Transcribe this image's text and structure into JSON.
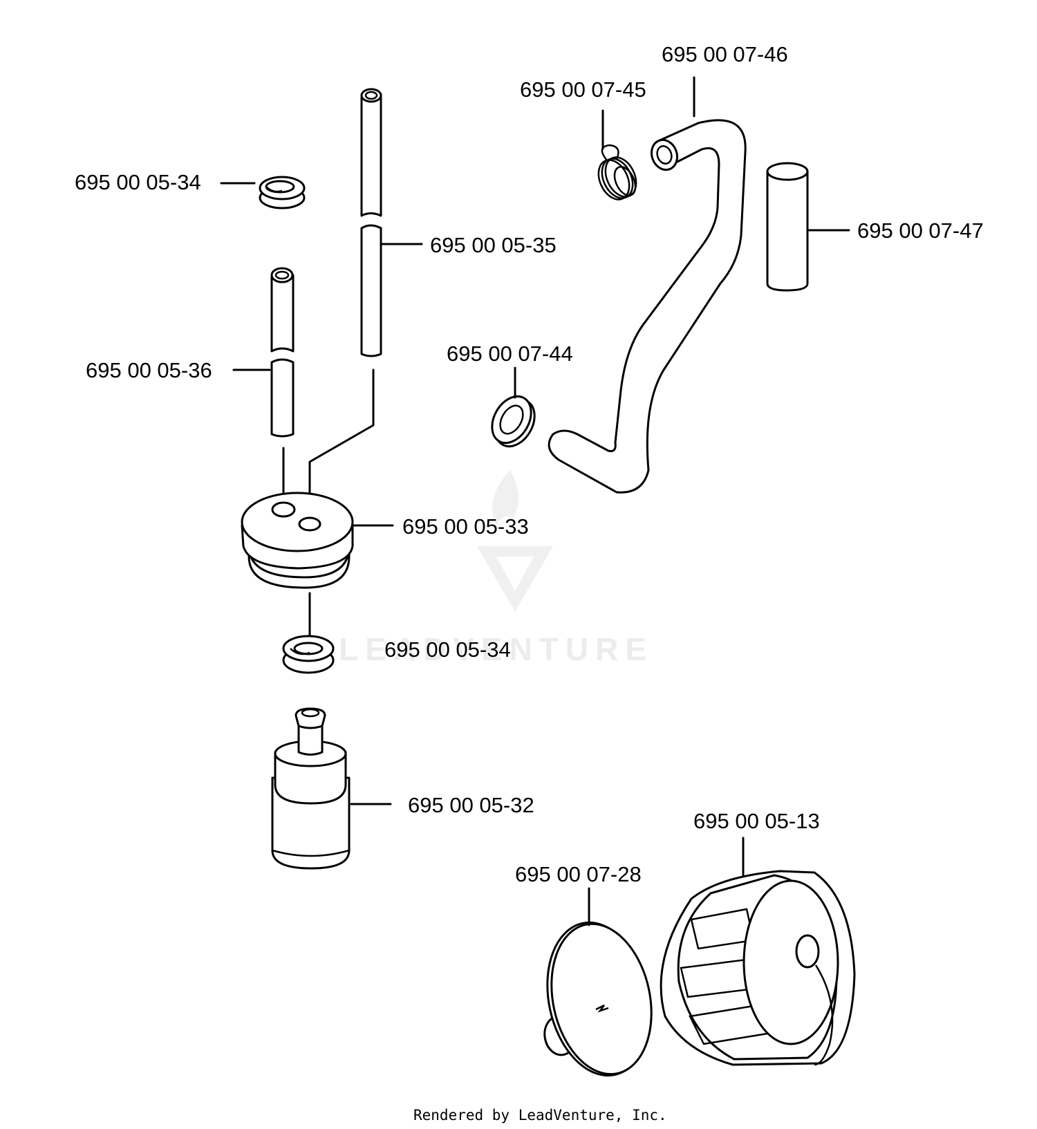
{
  "parts": {
    "seal_top": "695 00 05-34",
    "pipe_long": "695 00 05-35",
    "pipe_short": "695 00 05-36",
    "grommet": "695 00 05-33",
    "seal_bottom": "695 00 05-34",
    "filter": "695 00 05-32",
    "spring": "695 00 07-45",
    "hose": "695 00 07-46",
    "sleeve": "695 00 07-47",
    "clip": "695 00 07-44",
    "valve": "695 00 07-28",
    "cap": "695 00 05-13"
  },
  "watermark": {
    "text": "LEADVENTURE"
  },
  "footer": {
    "text": "Rendered by LeadVenture, Inc."
  }
}
